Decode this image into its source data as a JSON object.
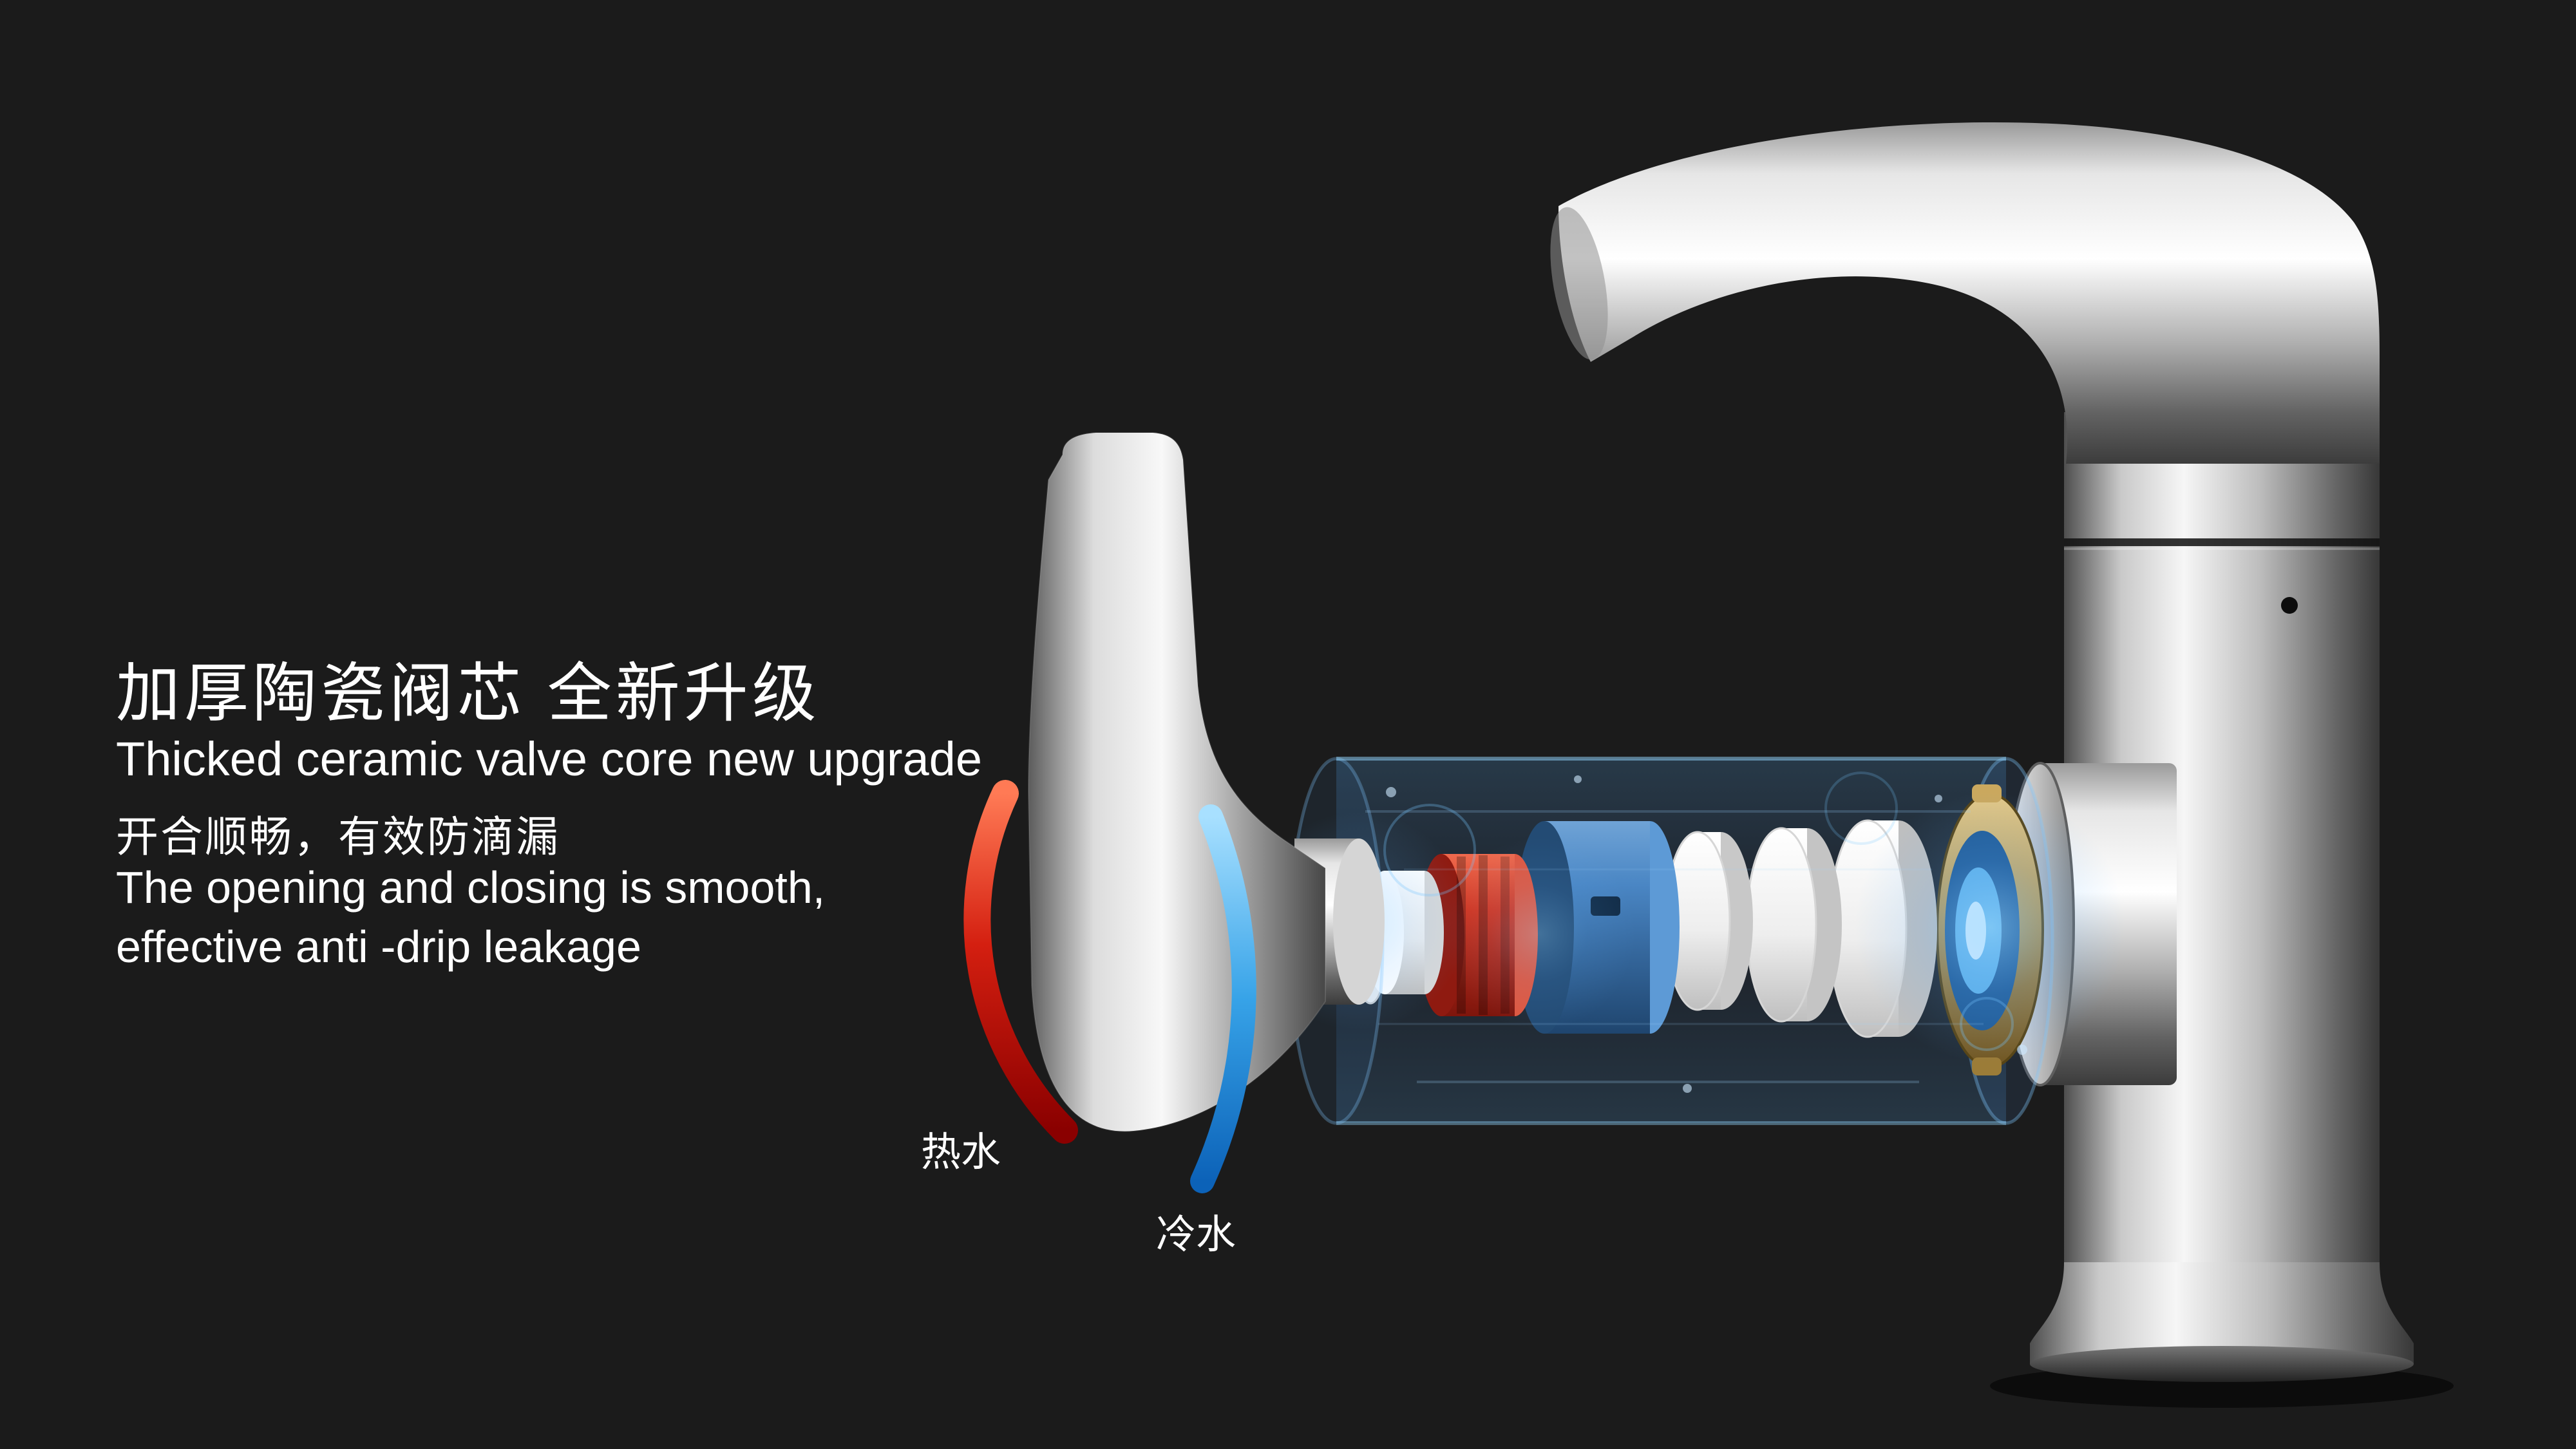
{
  "page": {
    "background": "#1b1b1b"
  },
  "copy": {
    "headline_zh": "加厚陶瓷阀芯 全新升级",
    "headline_en": "Thicked ceramic valve core new upgrade",
    "feature_zh": "开合顺畅，有效防滴漏",
    "feature_en_line1": "The opening and closing is smooth,",
    "feature_en_line2": "effective anti -drip leakage"
  },
  "labels": {
    "hot_water": "热水",
    "cold_water": "冷水"
  },
  "colors": {
    "background": "#1b1b1b",
    "text": "#ffffff",
    "hot_arc": "#c40000",
    "cold_arc": "#2a9de0",
    "glow_blue": "#4aa8ff",
    "cartridge_blue": "#3d78b5",
    "seal_red": "#c8311f",
    "ceramic_white": "#f2f2f2",
    "brass": "#b5954f",
    "chrome_highlight": "#f5f5f5",
    "chrome_shadow": "#3a3a3a"
  }
}
